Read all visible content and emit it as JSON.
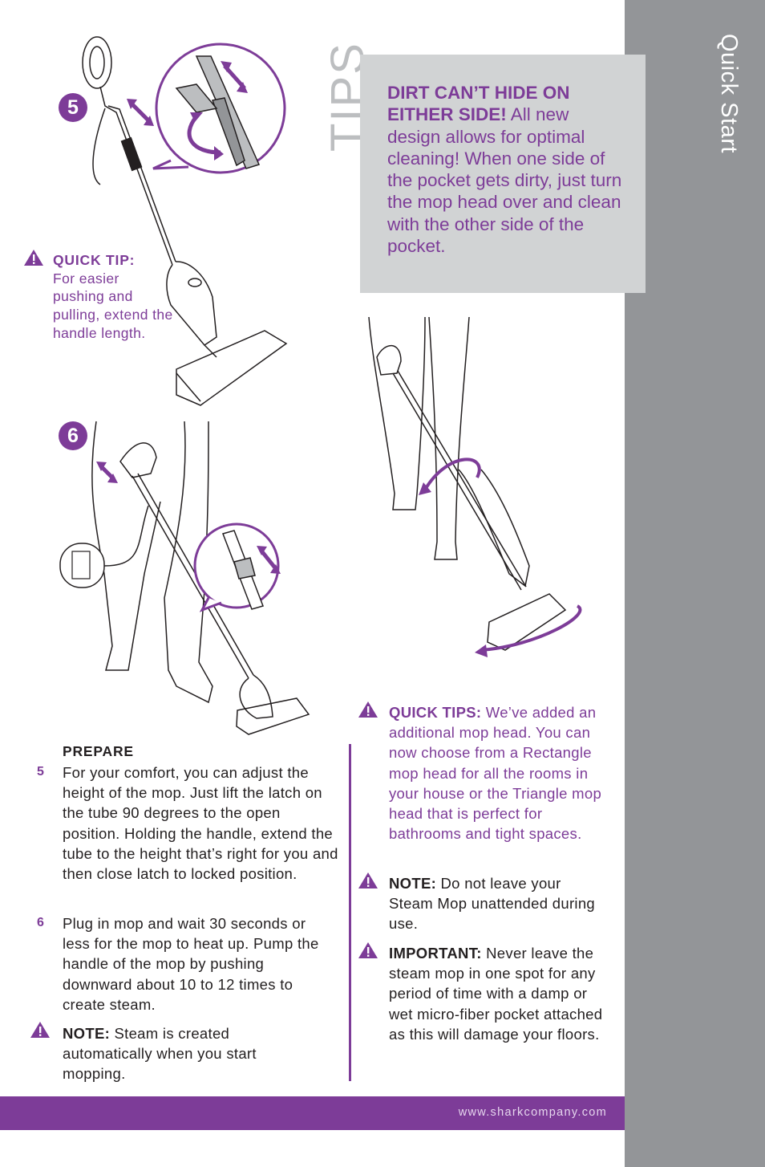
{
  "sidebar": {
    "title": "Quick Start"
  },
  "tips": {
    "heading": "TIPS",
    "bold": "DIRT CAN’T HIDE ON EITHER SIDE!",
    "body": " All new design allows for optimal cleaning! When one side of the pocket gets dirty, just turn the mop head over and clean with the other side of the pocket."
  },
  "steps": {
    "badge5": "5",
    "badge6": "6",
    "prepare_heading": "PREPARE",
    "items": [
      {
        "num": "5",
        "text": "For your comfort, you can adjust the height of the mop. Just lift the latch on the tube 90 degrees to the open position. Holding the handle, extend the tube to the height that’s right for you and then close latch to locked position."
      },
      {
        "num": "6",
        "text": "Plug in mop and wait 30 seconds or less for the mop to heat up. Pump the handle of the mop by pushing downward about 10 to 12 times to create steam."
      }
    ]
  },
  "quick_tip": {
    "label": "QUICK TIP:",
    "text": "For easier pushing and pulling, extend the handle length."
  },
  "note_left": {
    "label": "NOTE:",
    "text": " Steam is created automatically when you start mopping."
  },
  "quick_tips_right": {
    "label": "QUICK TIPS:",
    "text": " We’ve added an additional mop head. You can now choose from a Rectangle mop head for all the rooms in your house or the Triangle mop head that is perfect for bathrooms and tight spaces."
  },
  "note_right": {
    "label": "NOTE:",
    "text": " Do not leave your Steam Mop unattended during use."
  },
  "important": {
    "label": "IMPORTANT:",
    "text": " Never leave the steam mop in one spot for any period of time with a damp or wet micro-fiber pocket attached as this will damage your floors."
  },
  "footer": {
    "url": "www.sharkcompany.com"
  },
  "colors": {
    "accent": "#7d3c98",
    "sidebar": "#939598",
    "tips_box": "#d1d3d4"
  },
  "icons": [
    "warning-icon",
    "up-down-arrow-icon",
    "rotate-arrow-icon",
    "power-outlet-icon"
  ]
}
